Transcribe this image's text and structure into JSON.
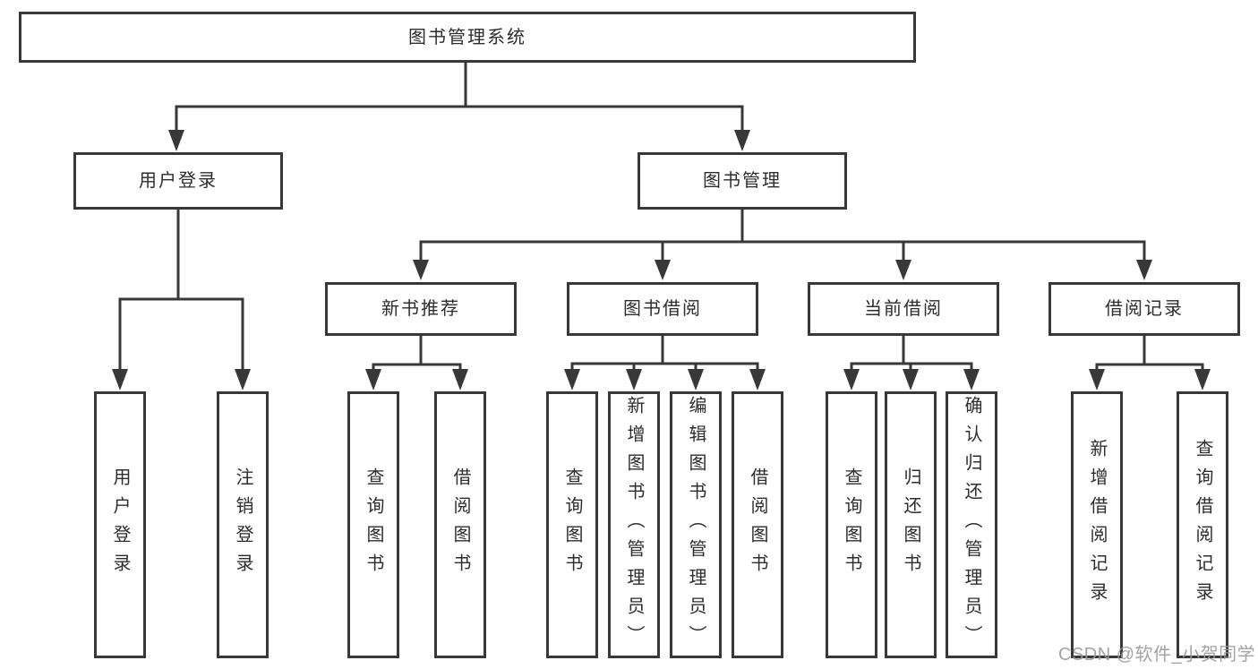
{
  "diagram": {
    "root": {
      "label": "图书管理系统"
    },
    "level1": [
      {
        "label": "用户登录"
      },
      {
        "label": "图书管理"
      }
    ],
    "level2": [
      {
        "label": "新书推荐"
      },
      {
        "label": "图书借阅"
      },
      {
        "label": "当前借阅"
      },
      {
        "label": "借阅记录"
      }
    ],
    "groups": {
      "user_login": [
        {
          "label": "用户登录"
        },
        {
          "label": "注销登录"
        }
      ],
      "new_book": [
        {
          "label": "查询图书"
        },
        {
          "label": "借阅图书"
        }
      ],
      "book_borrow": [
        {
          "label": "查询图书"
        },
        {
          "label": "新增图书（管理员）"
        },
        {
          "label": "编辑图书（管理员）"
        },
        {
          "label": "借阅图书"
        }
      ],
      "current_borrow": [
        {
          "label": "查询图书"
        },
        {
          "label": "归还图书"
        },
        {
          "label": "确认归还（管理员）"
        }
      ],
      "borrow_record": [
        {
          "label": "新增借阅记录"
        },
        {
          "label": "查询借阅记录"
        }
      ]
    }
  },
  "watermark": {
    "text": "CSDN @软件_小贺同学"
  },
  "colors": {
    "line": "#383838",
    "box_border": "#383838",
    "text": "#2d2d2d",
    "watermark": "#9a9a9a",
    "background": "#ffffff"
  }
}
